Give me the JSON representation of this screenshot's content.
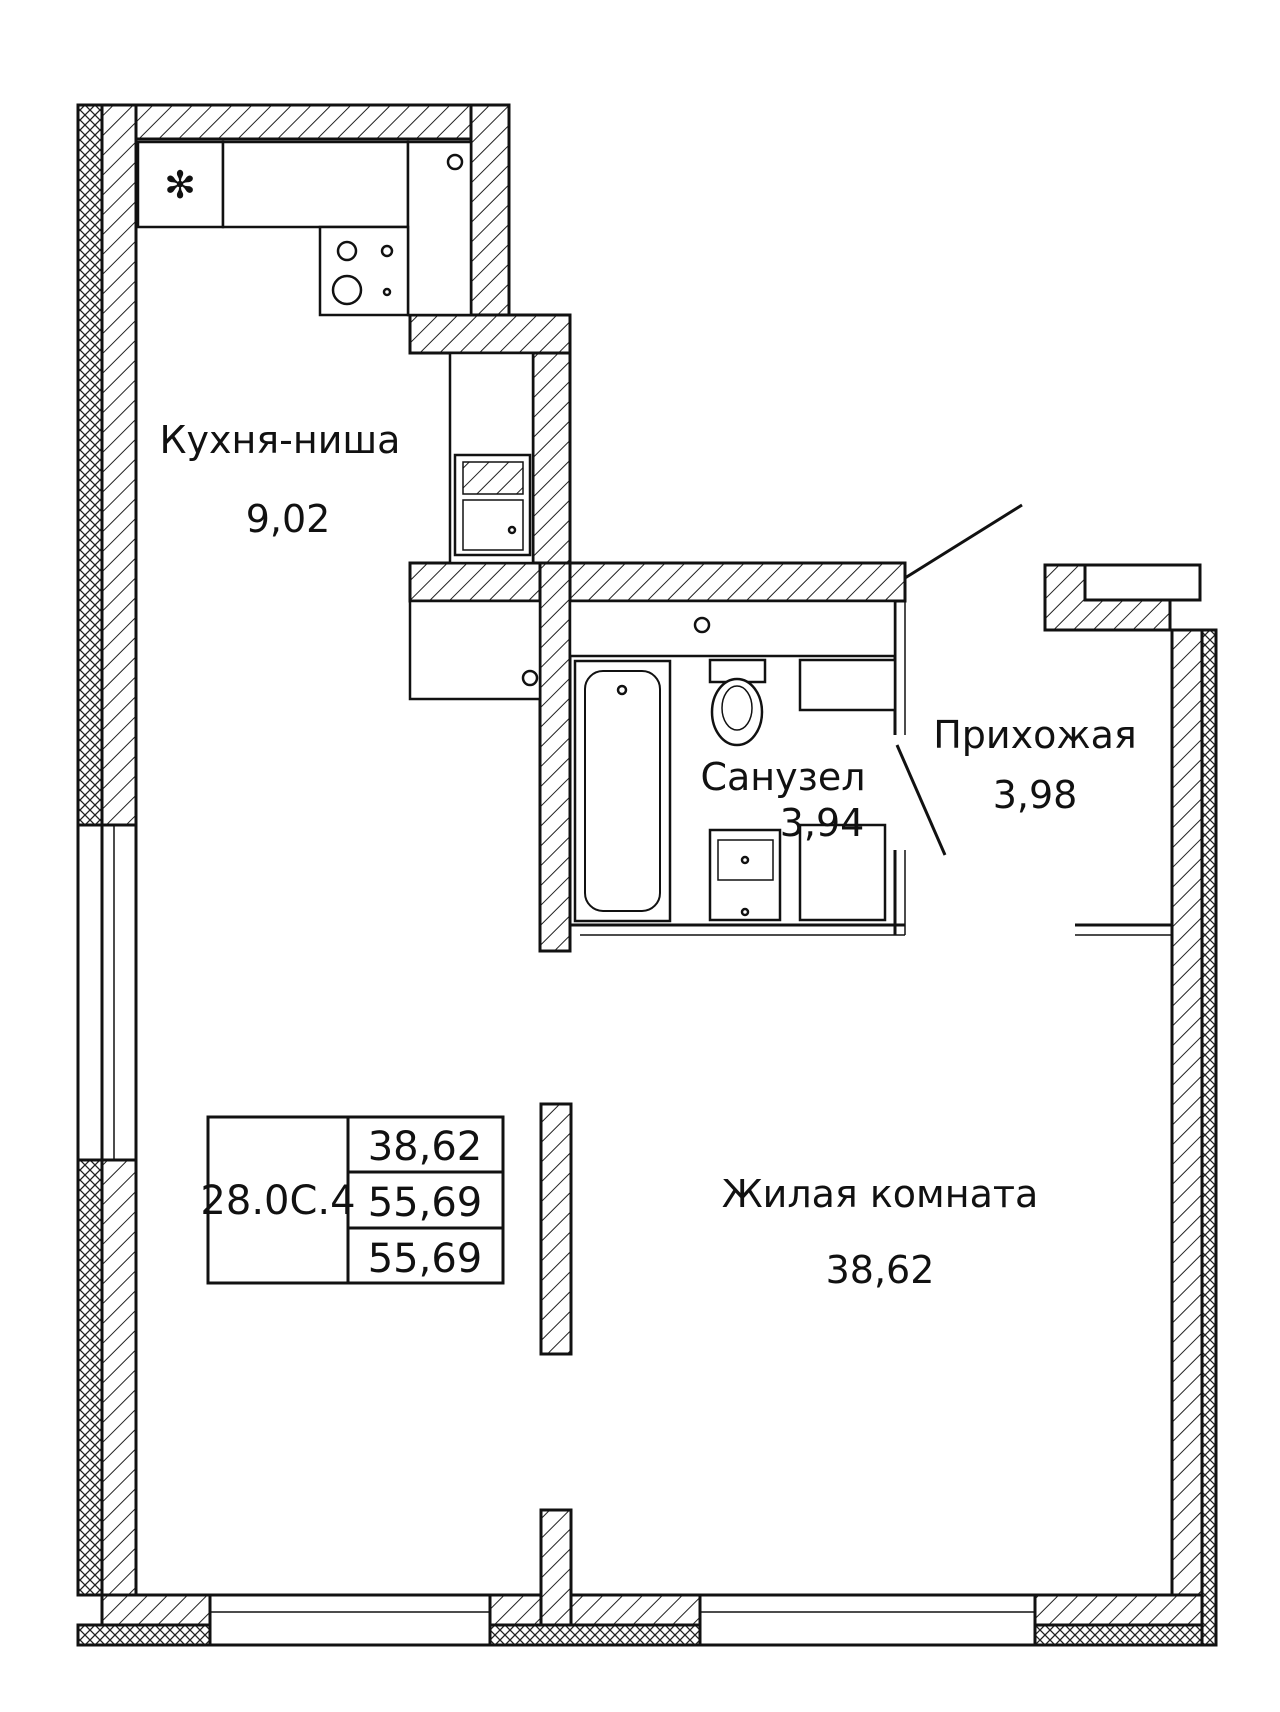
{
  "rooms": [
    {
      "name": "Кухня-ниша",
      "area": "9,02"
    },
    {
      "name": "Санузел",
      "area": "3,94"
    },
    {
      "name": "Прихожая",
      "area": "3,98"
    },
    {
      "name": "Жилая комната",
      "area": "38,62"
    }
  ],
  "unit": {
    "code": "28.0С.4",
    "areas": [
      "38,62",
      "55,69",
      "55,69"
    ]
  },
  "colors": {
    "ink": "#111111",
    "paper": "#ffffff",
    "hatch": "#222222"
  }
}
